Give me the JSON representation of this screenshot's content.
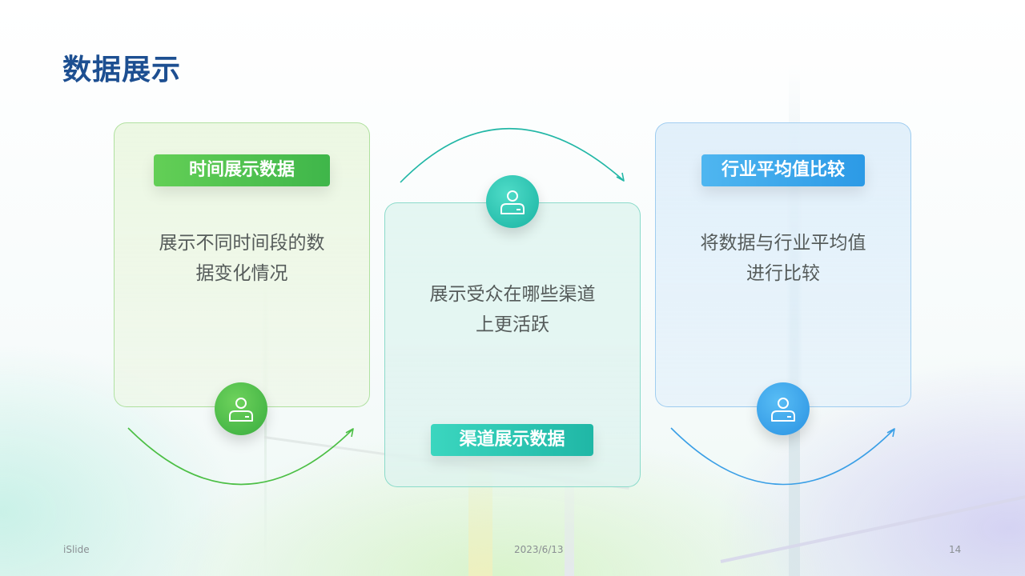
{
  "title": "数据展示",
  "cards": [
    {
      "label": "时间展示数据",
      "desc_line1": "展示不同时间段的数",
      "desc_line2": "据变化情况",
      "icon": "user-icon",
      "color": "#3fb64a"
    },
    {
      "label": "渠道展示数据",
      "desc_line1": "展示受众在哪些渠道",
      "desc_line2": "上更活跃",
      "icon": "user-icon",
      "color": "#20b7a6"
    },
    {
      "label": "行业平均值比较",
      "desc_line1": "将数据与行业平均值",
      "desc_line2": "进行比较",
      "icon": "user-icon",
      "color": "#2c9ae6"
    }
  ],
  "footer": {
    "brand": "iSlide",
    "date": "2023/6/13",
    "page": "14"
  },
  "colors": {
    "title": "#1d4f91",
    "text": "#555b5a"
  }
}
